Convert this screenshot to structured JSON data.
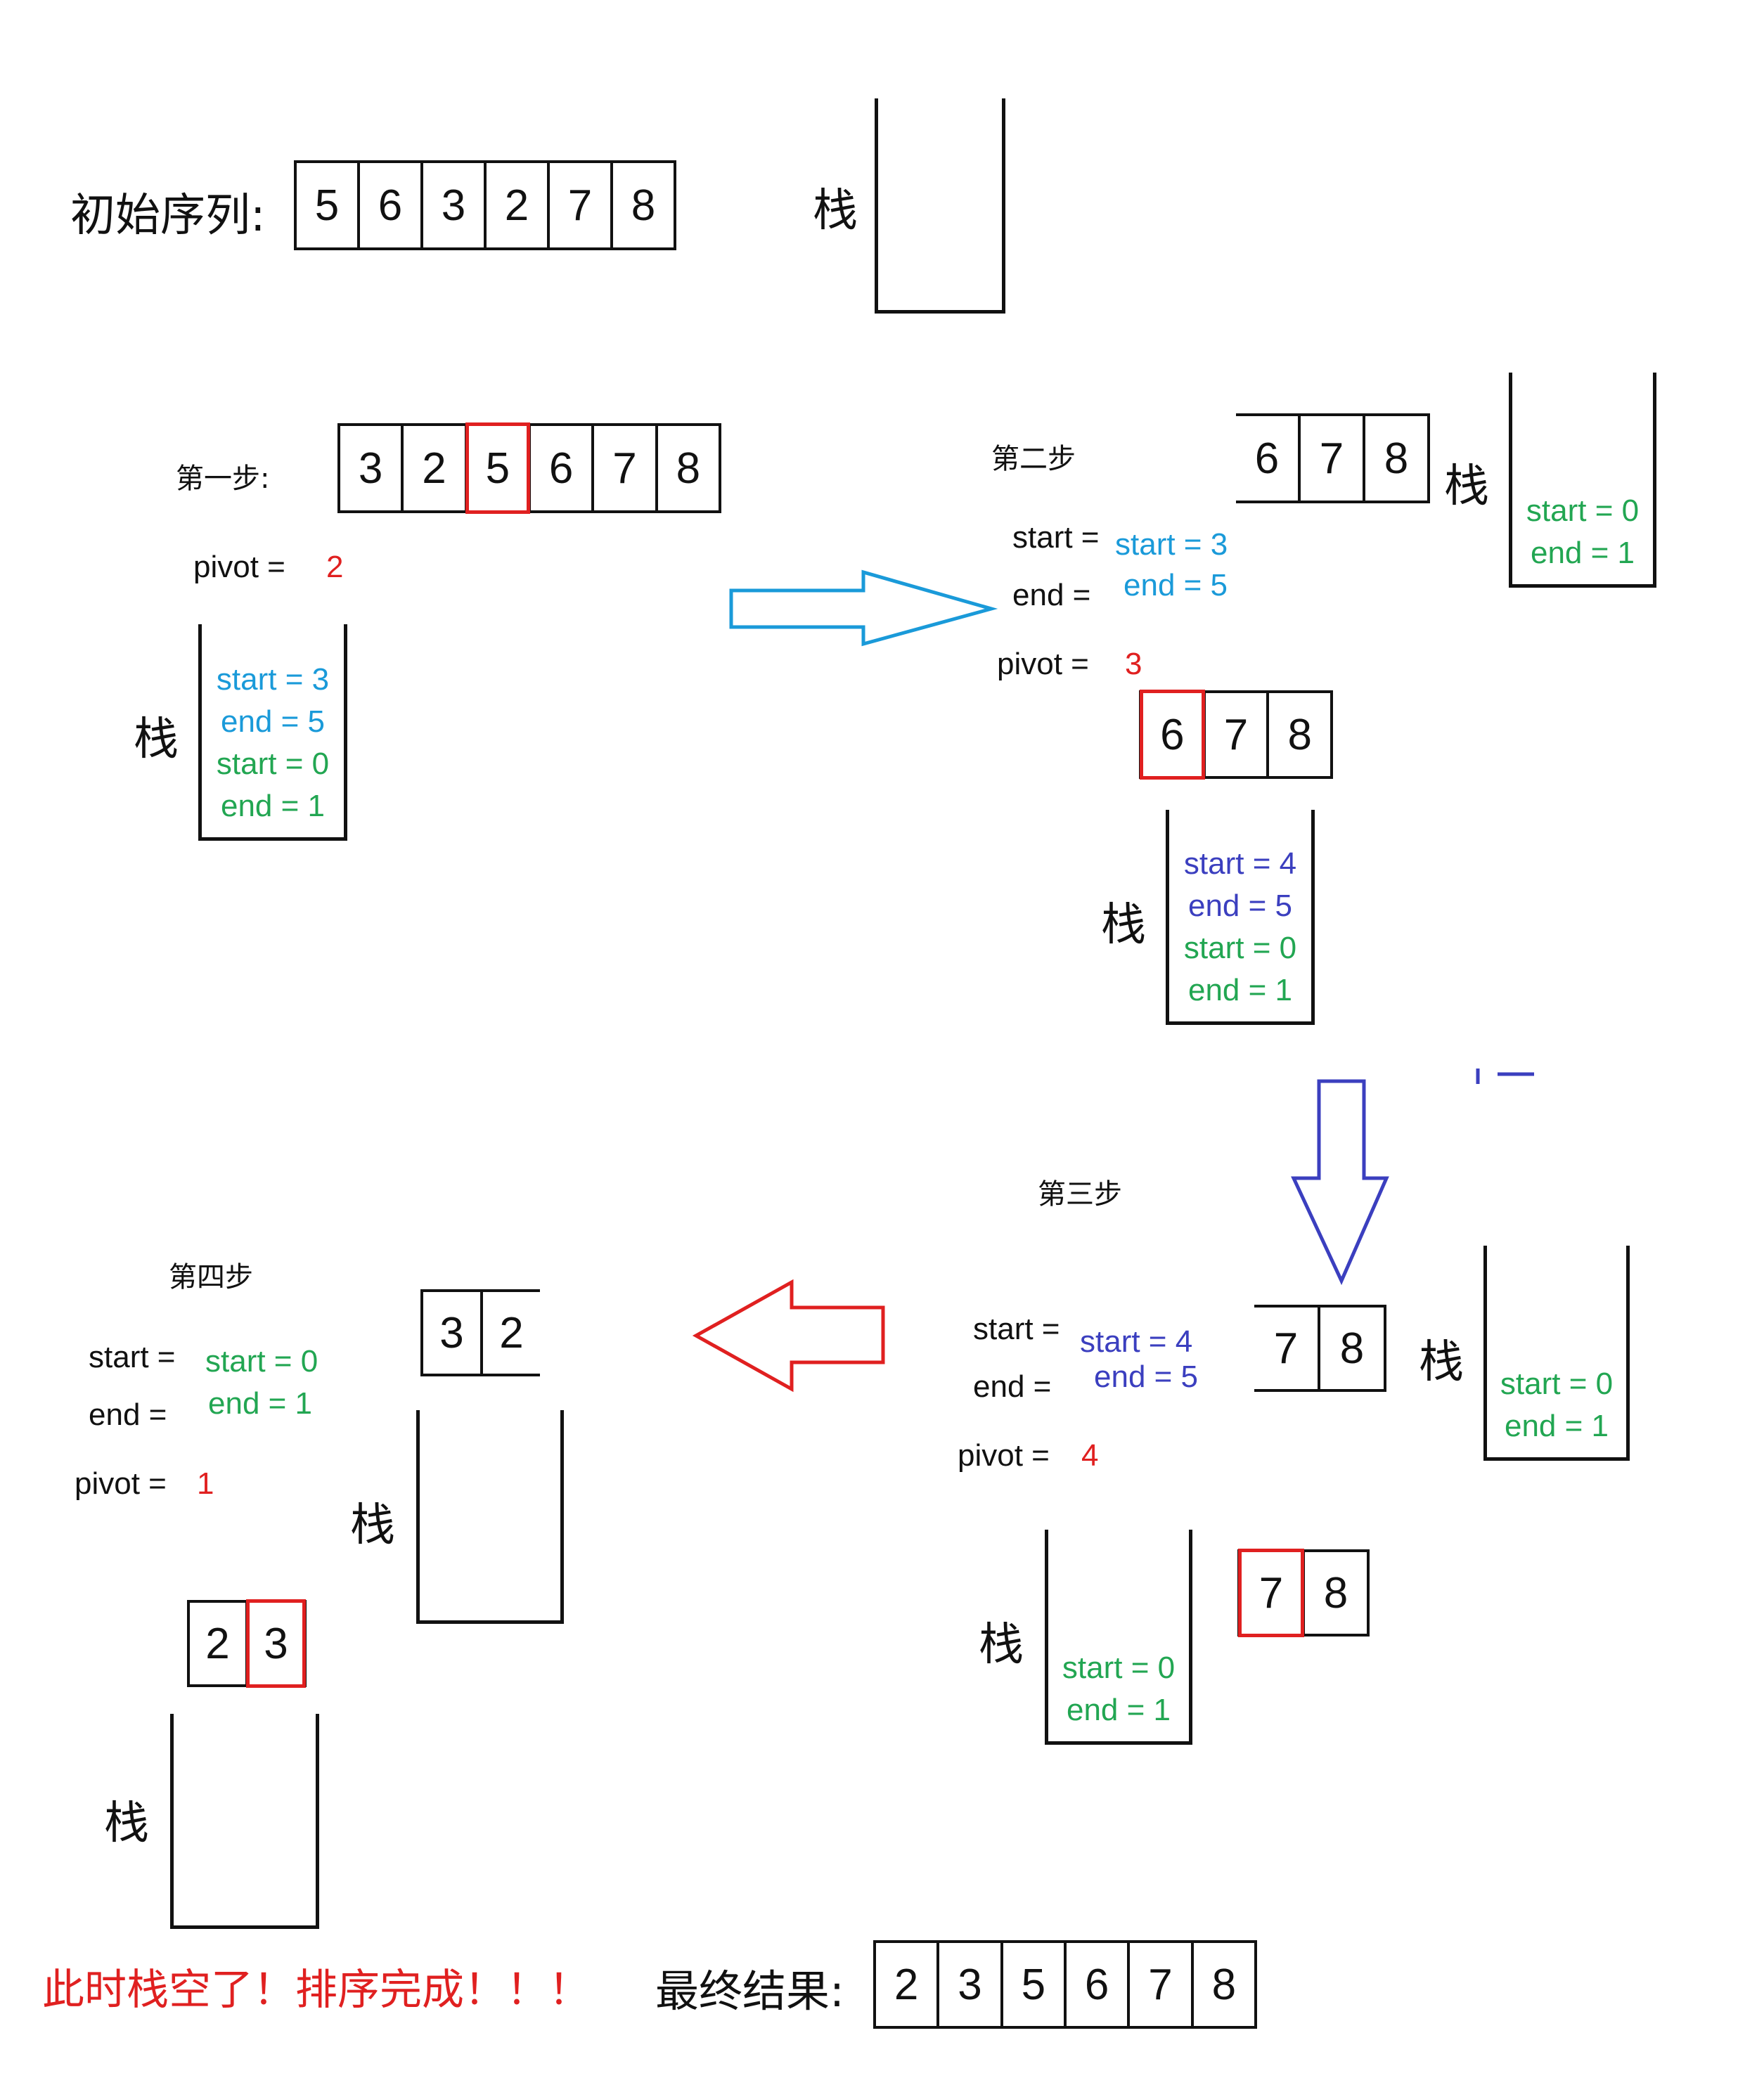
{
  "colors": {
    "black": "#111111",
    "cyan": "#1a9ad9",
    "green": "#22a652",
    "indigo": "#3b3fbf",
    "red": "#e02020"
  },
  "initial": {
    "label": "初始序列:",
    "values": [
      "5",
      "6",
      "3",
      "2",
      "7",
      "8"
    ],
    "stack_label": "栈"
  },
  "step1": {
    "title": "第一步:",
    "array": [
      "3",
      "2",
      "5",
      "6",
      "7",
      "8"
    ],
    "pivot_index": 2,
    "pivot_label": "pivot =",
    "pivot_value": "2",
    "stack_label": "栈",
    "stack": [
      {
        "text": "start = 3",
        "color": "cyan"
      },
      {
        "text": "end = 5",
        "color": "cyan"
      },
      {
        "text": "start = 0",
        "color": "green"
      },
      {
        "text": "end = 1",
        "color": "green"
      }
    ]
  },
  "step2": {
    "title": "第二步",
    "top_array": [
      "6",
      "7",
      "8"
    ],
    "top_stack_label": "栈",
    "top_stack": [
      {
        "text": "start = 0",
        "color": "green"
      },
      {
        "text": "end = 1",
        "color": "green"
      }
    ],
    "start_label": "start =",
    "start_value": "start = 3",
    "end_label": "end =",
    "end_value": "end = 5",
    "pivot_label": "pivot =",
    "pivot_value": "3",
    "array": [
      "6",
      "7",
      "8"
    ],
    "pivot_index": 0,
    "stack_label": "栈",
    "stack": [
      {
        "text": "start = 4",
        "color": "indigo"
      },
      {
        "text": "end = 5",
        "color": "indigo"
      },
      {
        "text": "start = 0",
        "color": "green"
      },
      {
        "text": "end = 1",
        "color": "green"
      }
    ]
  },
  "step3": {
    "title": "第三步",
    "start_label": "start =",
    "start_value": "start = 4",
    "end_label": "end =",
    "end_value": "end = 5",
    "pivot_label": "pivot =",
    "pivot_value": "4",
    "top_array": [
      "7",
      "8"
    ],
    "top_stack_label": "栈",
    "top_stack": [
      {
        "text": "start = 0",
        "color": "green"
      },
      {
        "text": "end = 1",
        "color": "green"
      }
    ],
    "array": [
      "7",
      "8"
    ],
    "pivot_index": 0,
    "stack_label": "栈",
    "stack": [
      {
        "text": "start = 0",
        "color": "green"
      },
      {
        "text": "end = 1",
        "color": "green"
      }
    ]
  },
  "step4": {
    "title": "第四步",
    "start_label": "start =",
    "start_value": "start = 0",
    "end_label": "end =",
    "end_value": "end = 1",
    "pivot_label": "pivot =",
    "pivot_value": "1",
    "top_array": [
      "3",
      "2"
    ],
    "top_stack_label": "栈",
    "array": [
      "2",
      "3"
    ],
    "pivot_index": 1,
    "stack_label": "栈"
  },
  "footer": {
    "done_text": "此时栈空了！排序完成！！！",
    "result_label": "最终结果:",
    "result": [
      "2",
      "3",
      "5",
      "6",
      "7",
      "8"
    ]
  }
}
